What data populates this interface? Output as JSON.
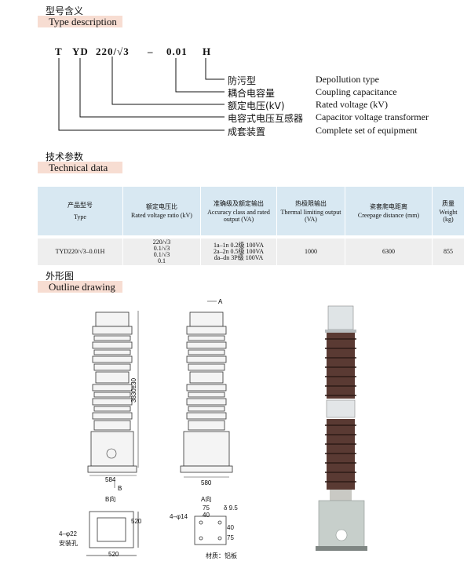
{
  "type_section": {
    "title_zh": "型号含义",
    "title_en": "Type description",
    "code": {
      "p1": "T",
      "p2": "YD",
      "p3": "220/√3",
      "p4": "–",
      "p5": "0.01",
      "p6": "H"
    },
    "rows": [
      {
        "zh": "防污型",
        "en": "Depollution type"
      },
      {
        "zh": "耦合电容量",
        "en": "Coupling capacitance"
      },
      {
        "zh": "额定电压(kV)",
        "en": "Rated voltage (kV)"
      },
      {
        "zh": "电容式电压互感器",
        "en": "Capacitor voltage transformer"
      },
      {
        "zh": "成套装置",
        "en": "Complete set of equipment"
      }
    ]
  },
  "tech_section": {
    "title_zh": "技术参数",
    "title_en": "Technical data",
    "headers": [
      {
        "zh": "产品型号",
        "en": "Type"
      },
      {
        "zh": "额定电压比",
        "en": "Rated voltage ratio (kV)"
      },
      {
        "zh": "准确级及额定输出",
        "en": "Accuracy class and rated output (VA)"
      },
      {
        "zh": "热极限输出",
        "en": "Thermal limiting output (VA)"
      },
      {
        "zh": "瓷套爬电距离",
        "en": "Creepage distance (mm)"
      },
      {
        "zh": "质量",
        "en": "Weight (kg)"
      }
    ],
    "row": {
      "type": "TYD220/√3–0.01H",
      "ratio": [
        "220/√3",
        "0.1/√3",
        "0.1/√3",
        "0.1"
      ],
      "accuracy": [
        "1a–1n 0.2级 100VA",
        "2a–2n 0.5级 100VA",
        "da–dn 3P级 100VA"
      ],
      "thermal": "1000",
      "creepage": "6300",
      "weight": "855"
    }
  },
  "outline_section": {
    "title_zh": "外形图",
    "title_en": "Outline drawing",
    "dim_height": "3830±30",
    "dim_width1": "584",
    "dim_width2": "580",
    "arrow_a": "A",
    "arrow_b": "B",
    "view_b": "B向",
    "view_a": "A向",
    "dim_520_v": "520",
    "dim_520_h": "520",
    "hole1": "4–φ22",
    "hole1_label": "安装孔",
    "hole2": "4–φ14",
    "dim_75": "75",
    "dim_40": "40",
    "dim_95": "δ 9.5",
    "dim_40_v": "40",
    "dim_75_v": "75",
    "material": "材质：铝板"
  }
}
